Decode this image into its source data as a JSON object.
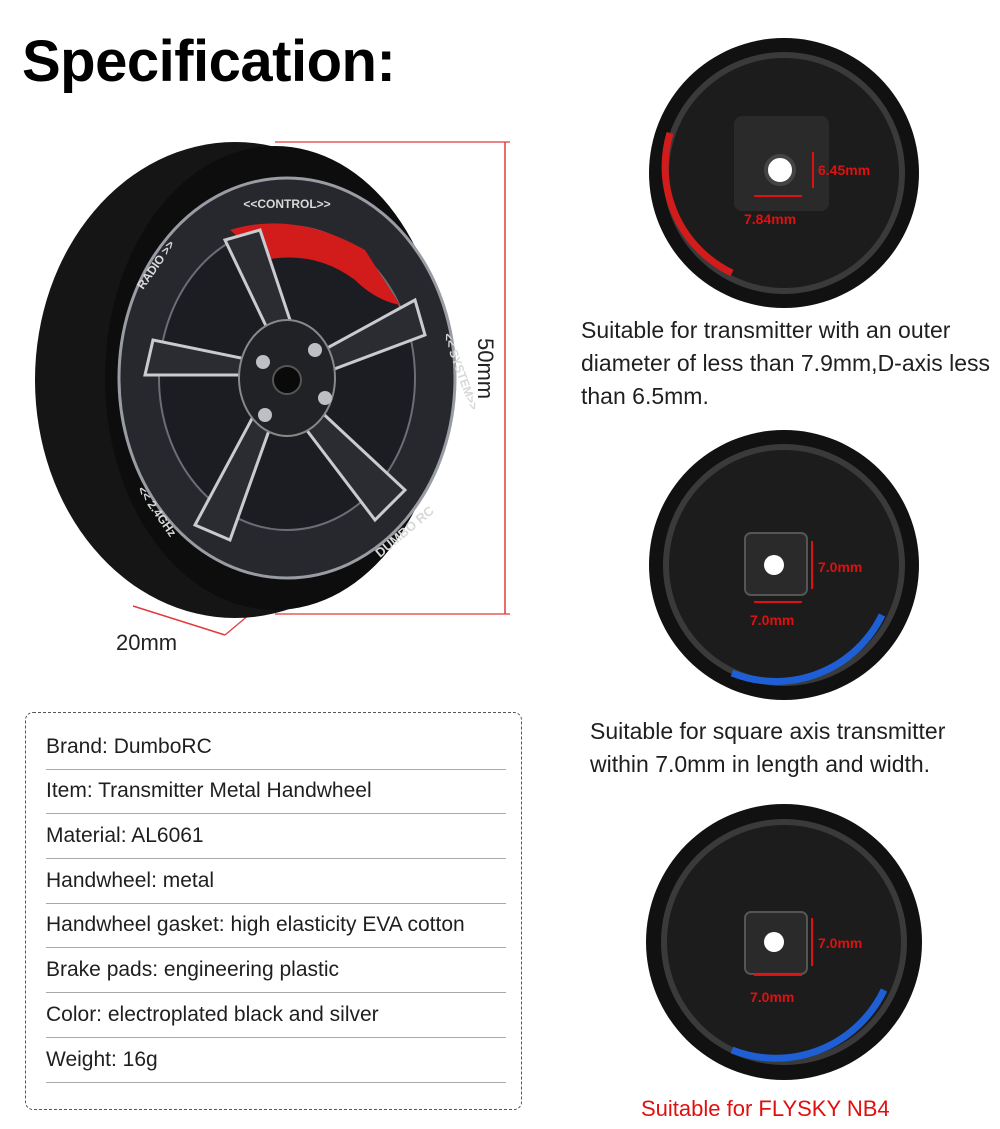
{
  "header": {
    "title": "Specification:"
  },
  "dimensions": {
    "height": "50mm",
    "width": "20mm"
  },
  "wheel": {
    "labels": [
      "<<CONTROL>>",
      "RADIO >>",
      "<< SYSTEM>>",
      "<< 2.4GHz",
      "DUMBO RC"
    ]
  },
  "axis_views": [
    {
      "caption": "Suitable for transmitter with an outer diameter of less than 7.9mm,D-axis less than 6.5mm.",
      "dim_a": "6.45mm",
      "dim_b": "7.84mm"
    },
    {
      "caption": "Suitable for square axis transmitter within 7.0mm in length and width.",
      "dim_a": "7.0mm",
      "dim_b": "7.0mm"
    },
    {
      "caption": "Suitable for FLYSKY NB4",
      "dim_a": "7.0mm",
      "dim_b": "7.0mm"
    }
  ],
  "specs": [
    "Brand: DumboRC",
    "Item: Transmitter Metal Handwheel",
    "Material: AL6061",
    "Handwheel: metal",
    "Handwheel gasket: high elasticity EVA cotton",
    "Brake pads: engineering plastic",
    "Color: electroplated black and silver",
    "Weight: 16g"
  ],
  "colors": {
    "accent_red": "#e01010",
    "blue_pad": "#1f5fd6",
    "red_pad": "#d21c1c",
    "metal_dark": "#1b1d22"
  }
}
